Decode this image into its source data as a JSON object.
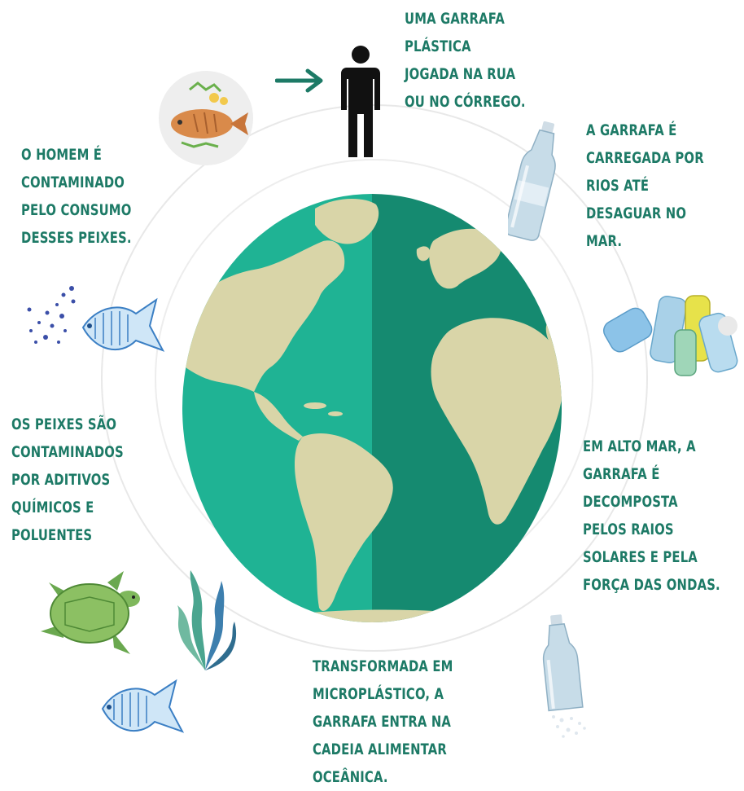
{
  "steps": {
    "step1": [
      "UMA GARRAFA",
      "PLÁSTICA",
      "JOGADA NA RUA",
      "OU NO CÓRREGO."
    ],
    "step2": [
      "A GARRAFA É",
      "CARREGADA POR",
      "RIOS ATÉ",
      "DESAGUAR NO",
      "MAR."
    ],
    "step3": [
      "EM ALTO MAR, A",
      "GARRAFA É",
      "DECOMPOSTA",
      "PELOS RAIOS",
      "SOLARES E PELA",
      "FORÇA DAS ONDAS."
    ],
    "step4": [
      "TRANSFORMADA EM",
      "MICROPLÁSTICO, A",
      "GARRAFA ENTRA NA",
      "CADEIA ALIMENTAR",
      "OCEÂNICA."
    ],
    "step5": [
      "OS PEIXES SÃO",
      "CONTAMINADOS",
      "POR ADITIVOS",
      "QUÍMICOS E",
      "POLUENTES"
    ],
    "step6": [
      "O HOMEM É",
      "CONTAMINADO",
      "PELO CONSUMO",
      "DESSES PEIXES."
    ]
  },
  "colors": {
    "text": "#1d7a66",
    "ocean_light": "#1fb394",
    "ocean_dark": "#158a70",
    "land": "#d9d5a8",
    "ring": "#e6e6e6"
  },
  "icons": [
    "person-icon",
    "arrow-right-icon",
    "fish-plate-icon",
    "bottle-icon",
    "bottle-pile-icon",
    "broken-bottle-icon",
    "fish-icon",
    "microplastic-dots-icon",
    "turtle-icon",
    "seaweed-icon",
    "globe-icon"
  ]
}
